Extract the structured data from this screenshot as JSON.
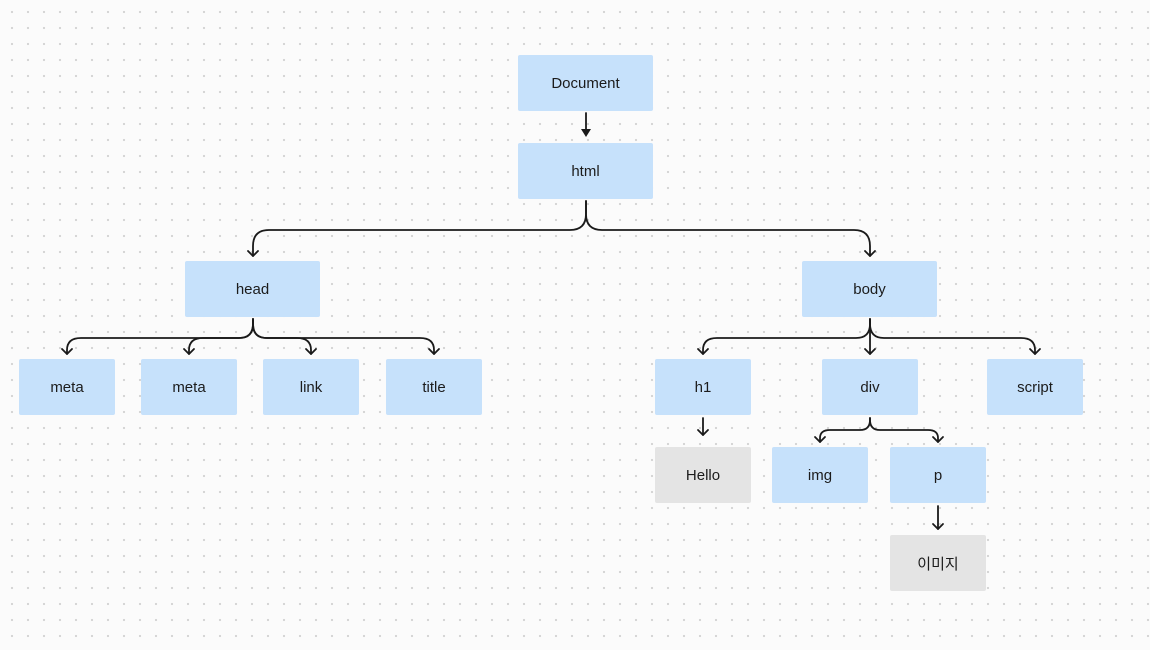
{
  "nodes": {
    "document": "Document",
    "html": "html",
    "head": "head",
    "body": "body",
    "meta1": "meta",
    "meta2": "meta",
    "link": "link",
    "title": "title",
    "h1": "h1",
    "div": "div",
    "script": "script",
    "hello": "Hello",
    "img": "img",
    "p": "p",
    "image_text": "이미지"
  },
  "edges": [
    [
      "Document",
      "html"
    ],
    [
      "html",
      "head"
    ],
    [
      "html",
      "body"
    ],
    [
      "head",
      "meta"
    ],
    [
      "head",
      "meta"
    ],
    [
      "head",
      "link"
    ],
    [
      "head",
      "title"
    ],
    [
      "body",
      "h1"
    ],
    [
      "body",
      "div"
    ],
    [
      "body",
      "script"
    ],
    [
      "h1",
      "Hello"
    ],
    [
      "div",
      "img"
    ],
    [
      "div",
      "p"
    ],
    [
      "p",
      "이미지"
    ]
  ],
  "colors": {
    "element_node": "#c6e1fb",
    "text_node": "#e4e4e4",
    "connector": "#1a1a1a",
    "background": "#fbfbfb"
  }
}
